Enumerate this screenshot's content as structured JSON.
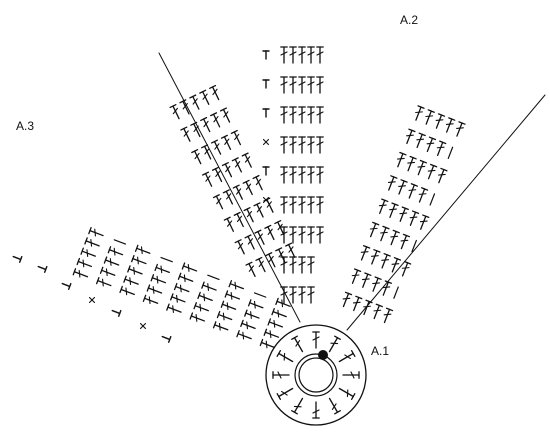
{
  "labels": {
    "a1": "A.1",
    "a2": "A.2",
    "a3": "A.3"
  },
  "colors": {
    "ink": "#111111",
    "background": "#ffffff"
  },
  "symbols": {
    "dc": "double-crochet-icon",
    "hdc": "half-double-crochet-icon",
    "sc": "single-crochet-icon",
    "ch": "chain-icon",
    "start": "start-dot-icon",
    "magic_ring": "magic-ring-icon"
  }
}
